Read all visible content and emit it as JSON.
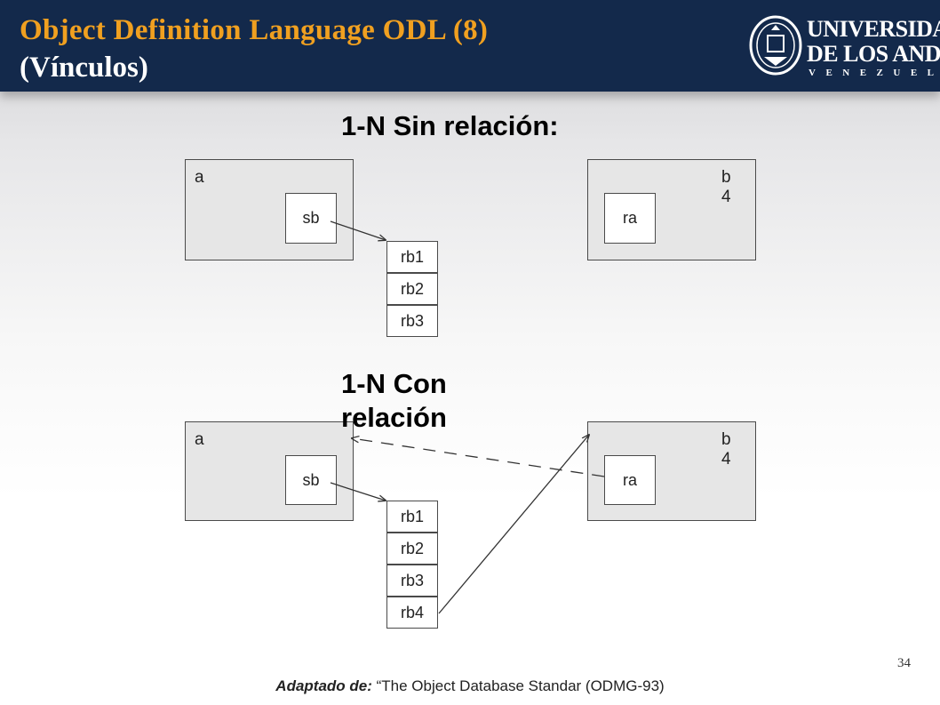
{
  "header": {
    "title": "Object Definition Language ODL (8)",
    "subtitle": "(Vínculos)",
    "logo": {
      "line1": "UNIVERSIDAD",
      "line2": "DE LOS ANDES",
      "line3": "VENEZUELA"
    }
  },
  "colors": {
    "header_bg": "#13294b",
    "title": "#f0a020",
    "subtitle": "#ffffff"
  },
  "diagram1": {
    "heading": "1-N Sin relación:",
    "left_object": {
      "label": "a",
      "attribute": "sb"
    },
    "right_object": {
      "label": "b",
      "sublabel": "4",
      "attribute": "ra"
    },
    "collection": [
      "rb1",
      "rb2",
      "rb3"
    ]
  },
  "diagram2": {
    "heading_line1": "1-N Con",
    "heading_line2": "relación",
    "left_object": {
      "label": "a",
      "attribute": "sb"
    },
    "right_object": {
      "label": "b",
      "sublabel": "4",
      "attribute": "ra"
    },
    "collection": [
      "rb1",
      "rb2",
      "rb3",
      "rb4"
    ]
  },
  "page_number": "34",
  "footer": {
    "lead": "Adaptado de:",
    "source": " “The Object Database Standar (ODMG-93)"
  }
}
